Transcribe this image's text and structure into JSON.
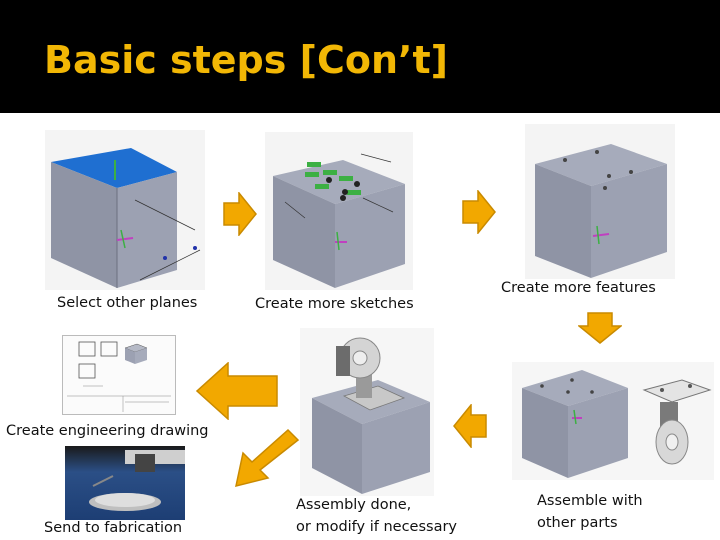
{
  "slide": {
    "title": "Basic steps [Con’t]",
    "captions": {
      "select_planes": "Select other planes",
      "more_sketches": "Create more sketches",
      "more_features": "Create more features",
      "engineering_drawing": "Create engineering drawing",
      "fabrication": "Send to fabrication",
      "assembly_line1": "Assembly done,",
      "assembly_line2": "or modify if necessary",
      "assemble_line1": "Assemble with",
      "assemble_line2": "other parts"
    },
    "colors": {
      "header_bg": "#000000",
      "title": "#f2b705",
      "arrow": "#f2a800",
      "arrow_border": "#c98a00",
      "cube_side": "#8f94a5",
      "cube_top_selected": "#1f6fd1"
    }
  }
}
